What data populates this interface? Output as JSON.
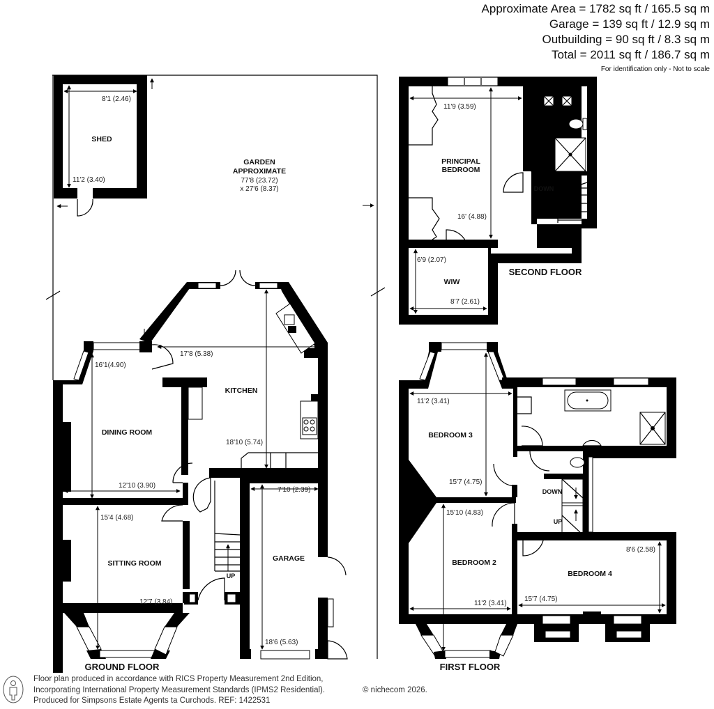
{
  "areas": {
    "approx": "Approximate Area = 1782 sq ft / 165.5 sq m",
    "garage": "Garage = 139 sq ft / 12.9 sq m",
    "outbuilding": "Outbuilding = 90 sq ft / 8.3 sq m",
    "total": "Total = 2011 sq ft / 186.7 sq m",
    "note": "For identification only - Not to scale"
  },
  "floors": {
    "ground": "GROUND FLOOR",
    "first": "FIRST FLOOR",
    "second": "SECOND FLOOR"
  },
  "rooms": {
    "shed": {
      "name": "SHED",
      "width": "8'1 (2.46)",
      "length": "11'2 (3.40)"
    },
    "garden": {
      "name1": "GARDEN",
      "name2": "APPROXIMATE",
      "dim1": "77'8 (23.72)",
      "dim2": "x 27'6 (8.37)"
    },
    "kitchen": {
      "name": "KITCHEN",
      "width": "17'8 (5.38)",
      "length": "18'10 (5.74)"
    },
    "dining": {
      "name": "DINING ROOM",
      "length": "16'1(4.90)",
      "width": "12'10 (3.90)"
    },
    "sitting": {
      "name": "SITTING ROOM",
      "length": "15'4 (4.68)",
      "width": "12'7 (3.84)"
    },
    "garage": {
      "name": "GARAGE",
      "width": "7'10 (2.39)",
      "length": "18'6 (5.63)"
    },
    "principal": {
      "name1": "PRINCIPAL",
      "name2": "BEDROOM",
      "width": "11'9 (3.59)",
      "length": "16' (4.88)"
    },
    "wiw": {
      "name": "WIW",
      "length": "6'9 (2.07)",
      "width": "8'7 (2.61)"
    },
    "bedroom3": {
      "name": "BEDROOM 3",
      "width": "11'2 (3.41)",
      "length": "15'7 (4.75)"
    },
    "bedroom2": {
      "name": "BEDROOM 2",
      "length": "15'10 (4.83)",
      "width": "11'2 (3.41)"
    },
    "bedroom4": {
      "name": "BEDROOM 4",
      "length": "8'6 (2.58)",
      "width": "15'7 (4.75)"
    }
  },
  "stairs": {
    "up": "UP",
    "down": "DOWN"
  },
  "footer": {
    "line1": "Floor plan produced in accordance with RICS Property Measurement 2nd Edition,",
    "line2": "Incorporating International Property Measurement Standards (IPMS2 Residential).",
    "line3": "Produced for Simpsons Estate Agents ta Curchods.   REF: 1422531",
    "copyright": "© nichecom 2026."
  }
}
